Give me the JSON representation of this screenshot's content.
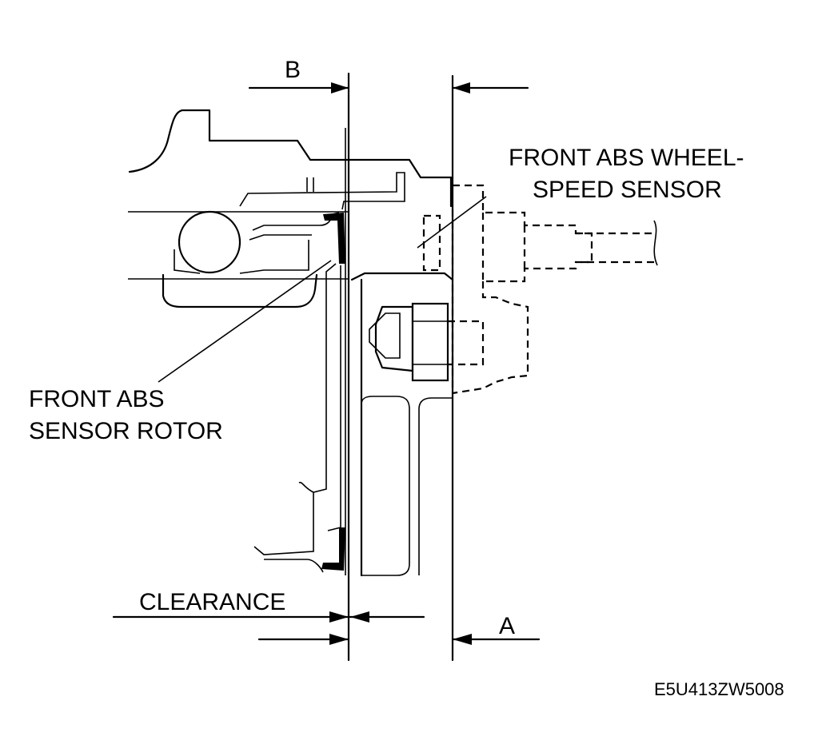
{
  "dimensions": {
    "b": "B",
    "a": "A",
    "clearance": "CLEARANCE"
  },
  "callouts": {
    "sensor_line1": "FRONT ABS WHEEL-",
    "sensor_line2": "SPEED SENSOR",
    "rotor_line1": "FRONT ABS",
    "rotor_line2": "SENSOR ROTOR"
  },
  "figure_code": "E5U413ZW5008"
}
